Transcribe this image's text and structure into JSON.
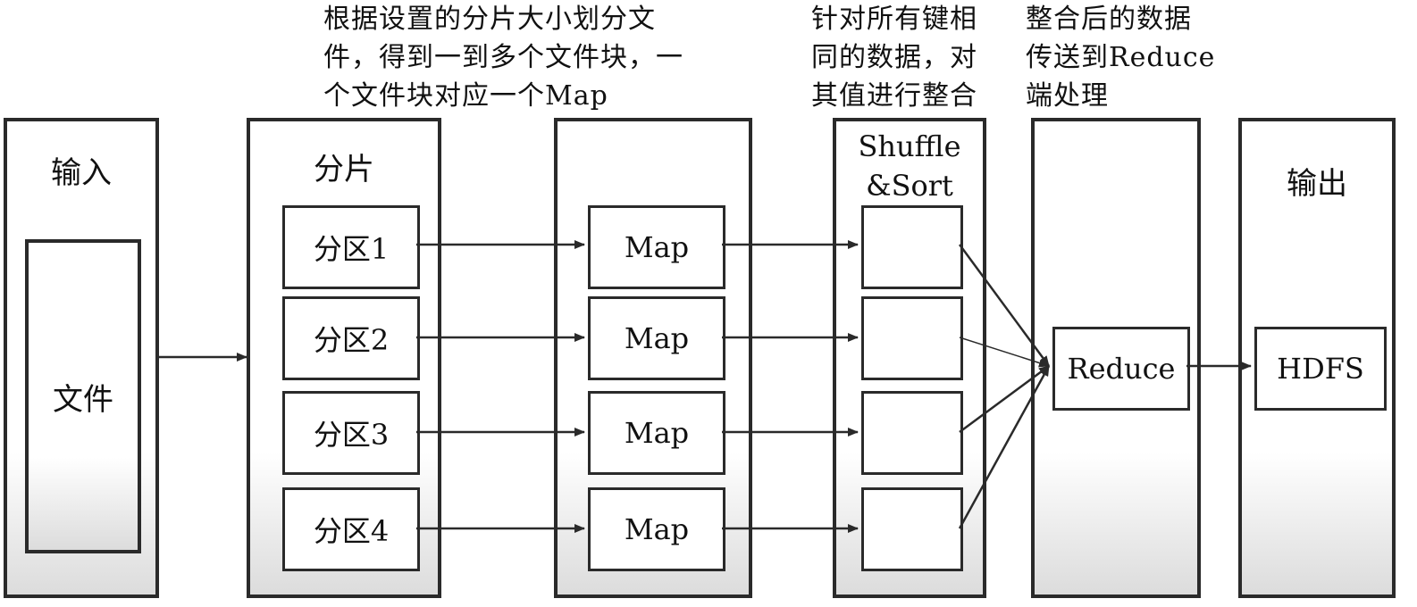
{
  "annotations": {
    "split_note": [
      "根据设置的分片大小划分文",
      "件，得到一到多个文件块，一",
      "个文件块对应一个Map"
    ],
    "shuffle_note": [
      "针对所有键相",
      "同的数据，对",
      "其值进行整合"
    ],
    "reduce_note": [
      "整合后的数据",
      "传送到Reduce",
      "端处理"
    ]
  },
  "columns": {
    "input": {
      "title": "输入",
      "file_label": "文件"
    },
    "split": {
      "title": "分片",
      "partitions": [
        "分区1",
        "分区2",
        "分区3",
        "分区4"
      ]
    },
    "map": {
      "labels": [
        "Map",
        "Map",
        "Map",
        "Map"
      ]
    },
    "shuffle": {
      "title_line1": "Shuffle",
      "title_line2": "&Sort"
    },
    "reduce": {
      "label": "Reduce"
    },
    "output": {
      "title": "输出",
      "label": "HDFS"
    }
  }
}
